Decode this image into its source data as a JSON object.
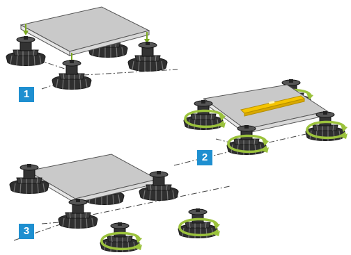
{
  "steps": [
    {
      "number": "1"
    },
    {
      "number": "2"
    },
    {
      "number": "3"
    }
  ],
  "colors": {
    "step_badge": "#1e8fd0",
    "slab_top": "#c9c9c9",
    "slab_side": "#e6e6e6",
    "pedestal": "#3a3a3a",
    "rotate_arrow": "#9bc23c",
    "level": "#f5c400"
  },
  "icons": [
    "pedestal-icon",
    "slab-icon",
    "down-arrow-icon",
    "rotate-arrow-icon",
    "spirit-level-icon"
  ]
}
